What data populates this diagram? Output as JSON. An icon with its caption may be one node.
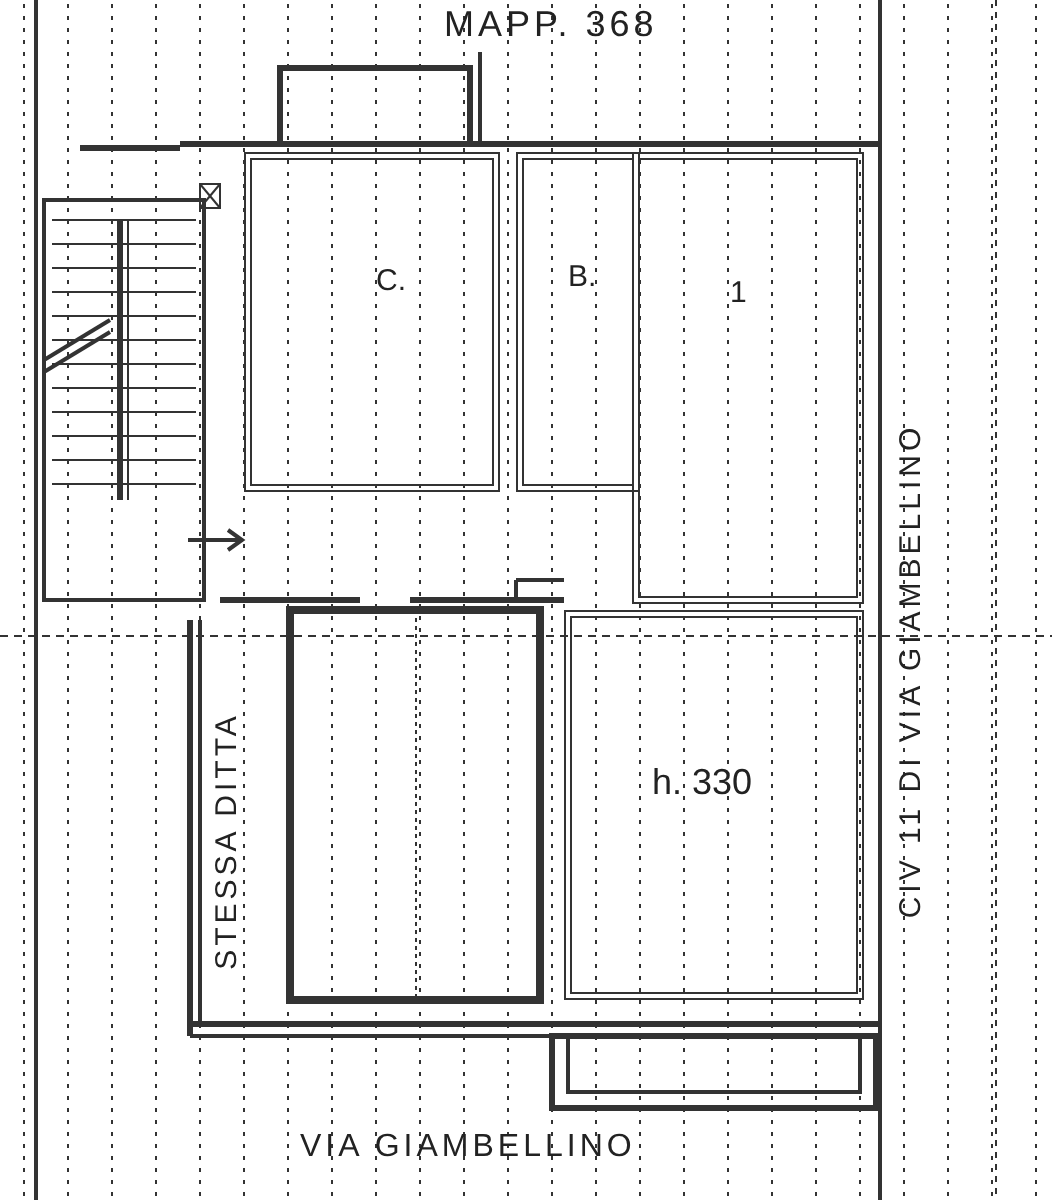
{
  "diagram": {
    "nodes": [
      {
        "text": [
          "C."
        ]
      },
      {
        "text": [
          "B."
        ]
      },
      {
        "text": [
          "1"
        ]
      },
      {
        "text": [
          "h. 330"
        ]
      }
    ],
    "edges": [],
    "labels": [
      "MAPP. 368",
      "STESSA DITTA",
      "CIV 11 DI VIA GIAMBELLINO",
      "VIA GIAMBELLINO"
    ]
  }
}
